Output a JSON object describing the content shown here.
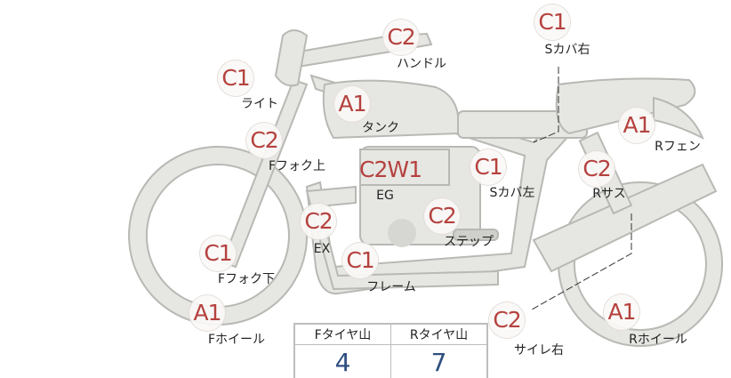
{
  "parts": [
    {
      "id": "handle",
      "grade": "C2",
      "label": "ハンドル"
    },
    {
      "id": "s-cover-right",
      "grade": "C1",
      "label": "Sカバ右"
    },
    {
      "id": "light",
      "grade": "C1",
      "label": "ライト"
    },
    {
      "id": "tank",
      "grade": "A1",
      "label": "タンク"
    },
    {
      "id": "r-fender",
      "grade": "A1",
      "label": "Rフェン"
    },
    {
      "id": "f-fork-upper",
      "grade": "C2",
      "label": "Fフォク上"
    },
    {
      "id": "engine",
      "grade": "C2W1",
      "label": "EG"
    },
    {
      "id": "s-cover-left",
      "grade": "C1",
      "label": "Sカバ左"
    },
    {
      "id": "r-suspension",
      "grade": "C2",
      "label": "Rサス"
    },
    {
      "id": "exhaust",
      "grade": "C2",
      "label": "EX"
    },
    {
      "id": "step",
      "grade": "C2",
      "label": "ステップ"
    },
    {
      "id": "f-fork-lower",
      "grade": "C1",
      "label": "Fフォク下"
    },
    {
      "id": "frame",
      "grade": "C1",
      "label": "フレーム"
    },
    {
      "id": "f-wheel",
      "grade": "A1",
      "label": "Fホイール"
    },
    {
      "id": "silencer-right",
      "grade": "C2",
      "label": "サイレ右"
    },
    {
      "id": "r-wheel",
      "grade": "A1",
      "label": "Rホイール"
    }
  ],
  "tire_table": {
    "headers": [
      "Fタイヤ山",
      "Rタイヤ山"
    ],
    "values": [
      "4",
      "7"
    ]
  },
  "colors": {
    "grade": "#b5423f",
    "value": "#2f4f80",
    "body": "#e6e6e3",
    "outline": "#b8b8b4"
  }
}
